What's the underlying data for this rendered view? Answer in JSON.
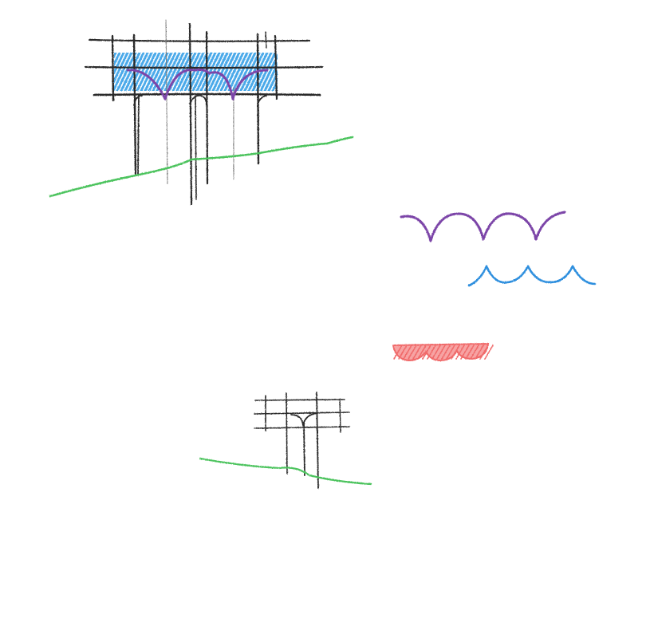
{
  "colors": {
    "paper": "#ffffff",
    "graphite": "#2b2b2b",
    "ground_green": "#4cc35d",
    "blue_fill": "#2c9ae6",
    "purple_arc": "#7b45a8",
    "blue_arc": "#2f8fde",
    "red_scallop": "#f06b6b"
  },
  "sketches": [
    {
      "name": "large-bridge-sketch",
      "parts": [
        "graphite-grid",
        "blue-hatching",
        "purple-arches",
        "green-ground-line"
      ]
    },
    {
      "name": "purple-arch-study",
      "arches": 3
    },
    {
      "name": "blue-wave-study",
      "waves": 3
    },
    {
      "name": "red-scallop-study",
      "scallops": 3
    },
    {
      "name": "small-bridge-sketch",
      "parts": [
        "graphite-grid",
        "green-ground-line"
      ]
    }
  ]
}
